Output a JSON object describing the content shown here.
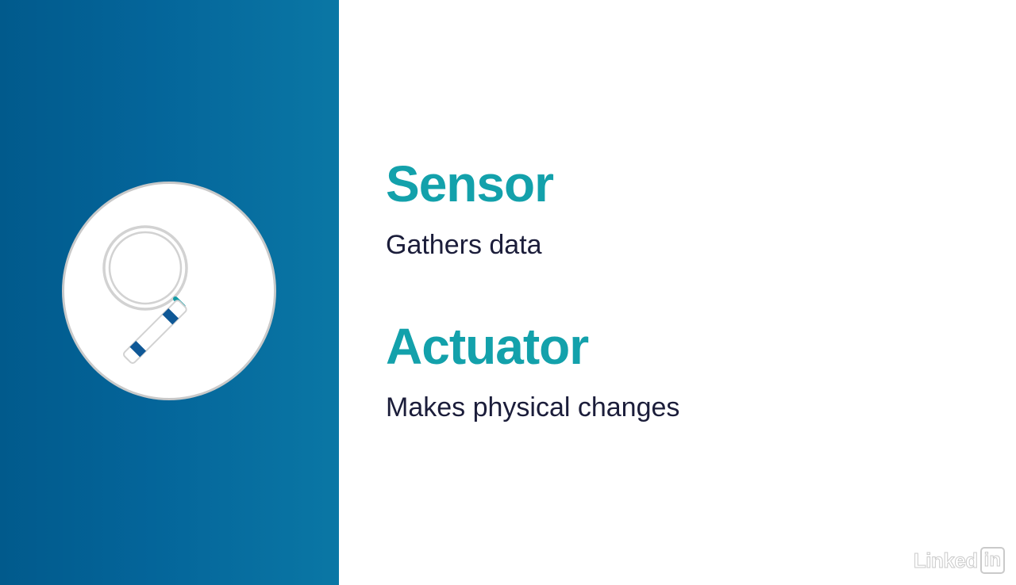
{
  "colors": {
    "panel": "#04659a",
    "accent": "#13a1ab",
    "body_text": "#1b1d3a",
    "handle_band": "#0f5896",
    "handle_teal": "#139aa5"
  },
  "icon": "magnifying-glass-icon",
  "sensor": {
    "title": "Sensor",
    "description": "Gathers data"
  },
  "actuator": {
    "title": "Actuator",
    "description": "Makes physical changes"
  },
  "brand": {
    "word": "Linked",
    "box": "in"
  }
}
